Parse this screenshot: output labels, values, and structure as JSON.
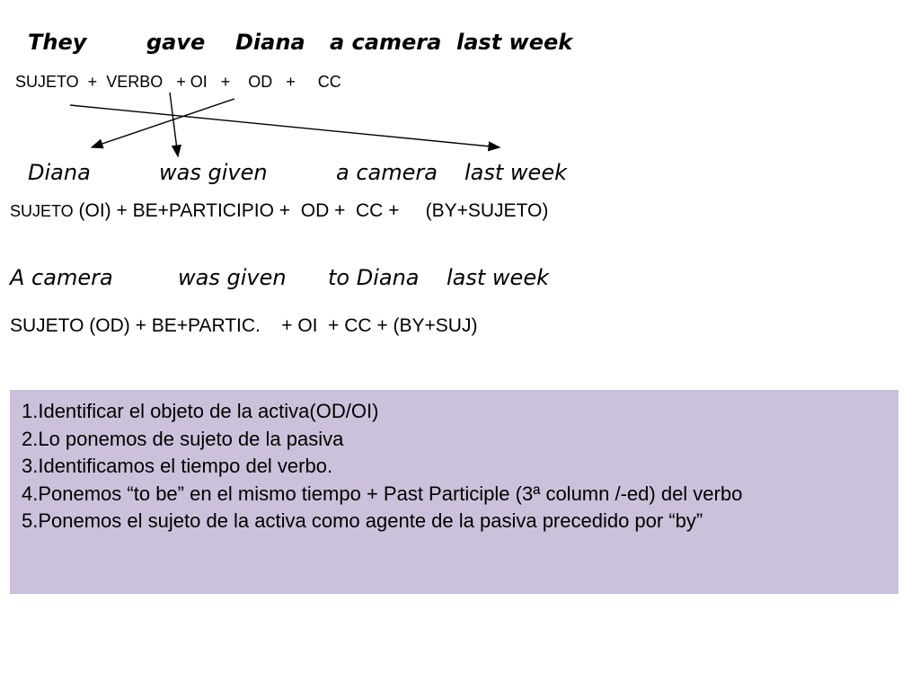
{
  "active": {
    "words": [
      "They",
      "gave",
      "Diana",
      "a camera",
      "last week"
    ],
    "formula": "SUJETO  +  VERBO   + OI   +    OD   +     CC"
  },
  "passive_oi": {
    "words": [
      "Diana",
      "was given",
      "a camera",
      "last week"
    ],
    "formula_prefix": "SUJETO",
    "formula_rest": " (OI) + BE+PARTICIPIO +  OD +  CC +     (BY+SUJETO)"
  },
  "passive_od": {
    "words": [
      "A camera",
      "was given",
      "to Diana",
      "last week"
    ],
    "formula": "SUJETO (OD) + BE+PARTIC.    + OI  + CC + (BY+SUJ)"
  },
  "steps": [
    "1.Identificar el objeto de la activa(OD/OI)",
    "2.Lo ponemos de sujeto de la pasiva",
    "3.Identificamos el tiempo del verbo.",
    "4.Ponemos “to be” en el mismo tiempo + Past Participle (3ª column /-ed) del verbo",
    "5.Ponemos el sujeto de la activa como agente de la pasiva precedido por “by”"
  ],
  "colors": {
    "steps_background": "#ccc1da",
    "text": "#000000"
  }
}
